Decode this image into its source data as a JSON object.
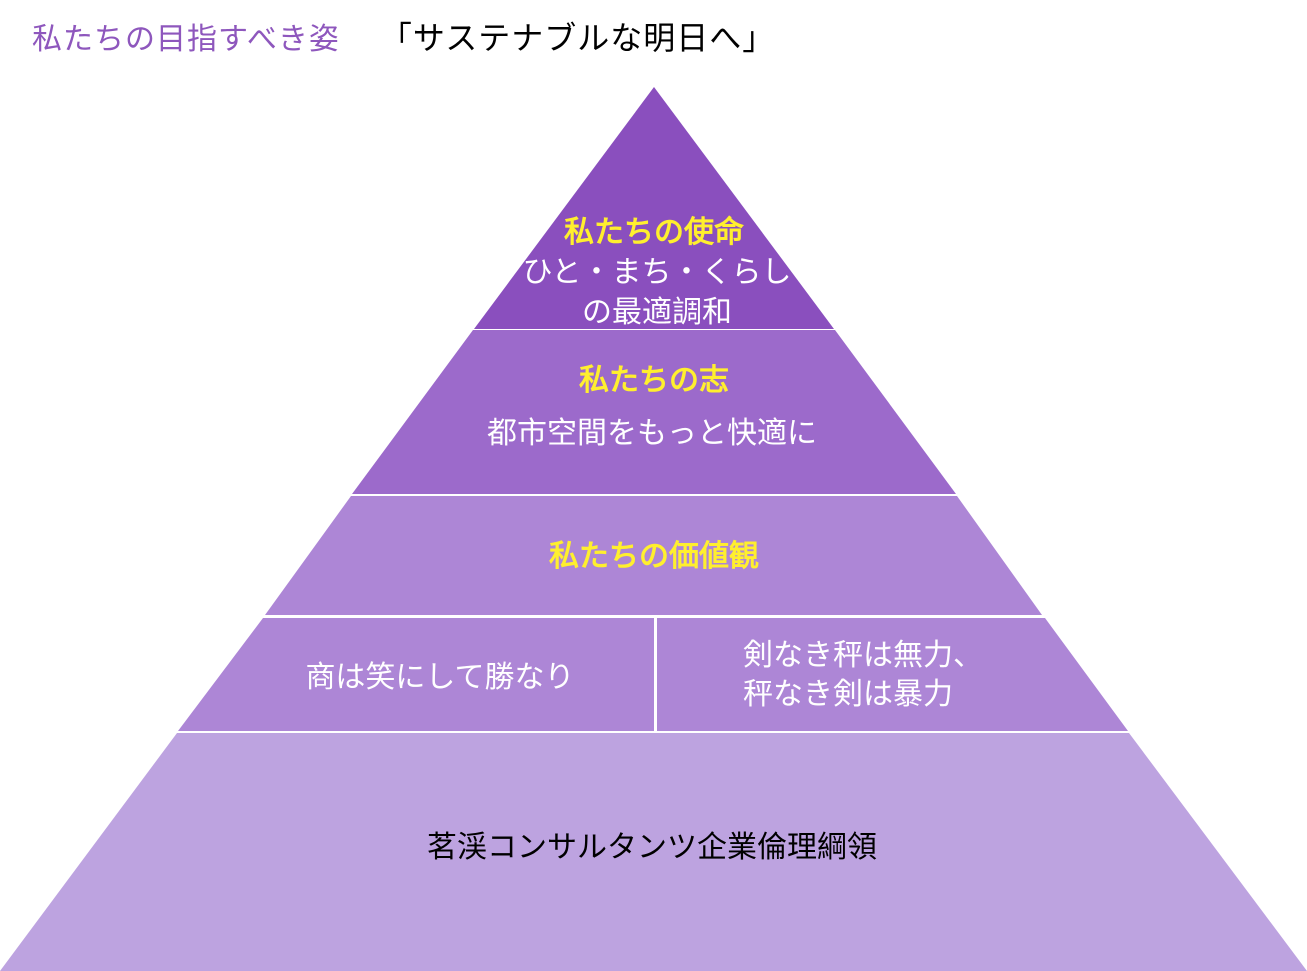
{
  "header": {
    "label": "私たちの目指すべき姿",
    "slogan": "「サステナブルな明日へ」"
  },
  "pyramid": {
    "mission": {
      "heading": "私たちの使命",
      "line1": "ひと・まち・くらし",
      "line2": "の最適調和"
    },
    "aspiration": {
      "heading": "私たちの志",
      "text": "都市空間をもっと快適に"
    },
    "values": {
      "heading": "私たちの価値観",
      "left": "商は笑にして勝なり",
      "right_line1": "剣なき秤は無力、",
      "right_line2": "秤なき剣は暴力"
    },
    "base": {
      "text": "茗渓コンサルタンツ企業倫理綱領"
    }
  },
  "colors": {
    "tier1": "#8a4fbe",
    "tier2": "#9c6acb",
    "tier3": "#ad86d6",
    "tier4": "#ad86d6",
    "tier5": "#bda3e0",
    "heading": "#ffef2e",
    "header_label": "#8e57bd"
  }
}
